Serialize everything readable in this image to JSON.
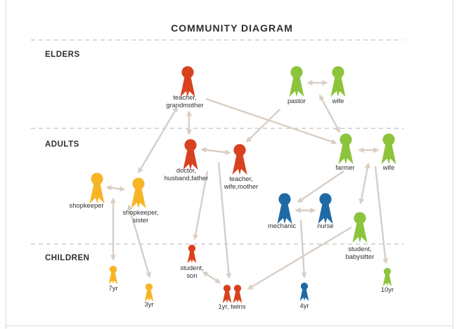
{
  "title": "COMMUNITY DIAGRAM",
  "sections": {
    "elders": "ELDERS",
    "adults": "ADULTS",
    "children": "CHILDREN"
  },
  "colors": {
    "red": "#d9421e",
    "green": "#8cc43c",
    "yellow": "#f7b526",
    "blue": "#1f6aa5",
    "arrow": "#d9cec4",
    "divider": "#b4b4b4",
    "text": "#2f2f2f"
  },
  "people": {
    "teacher_grandmother": "teacher,\ngrandmother",
    "pastor": "pastor",
    "elder_wife": "wife",
    "doctor": "doctor,\nhusband,father",
    "teacher_mother": "teacher,\nwife,mother",
    "farmer": "farmer",
    "adult_wife": "wife",
    "shopkeeper": "shopkeeper",
    "shopkeeper_sister": "shopkeeper,\nsister",
    "mechanic": "mechanic",
    "nurse": "nurse",
    "babysitter": "student,\nbabysitter",
    "child_7yr": "7yr",
    "child_3yr": "3yr",
    "student_son": "student,\nson",
    "twins": "1yr, twins",
    "child_4yr": "4yr",
    "child_10yr": "10yr"
  }
}
